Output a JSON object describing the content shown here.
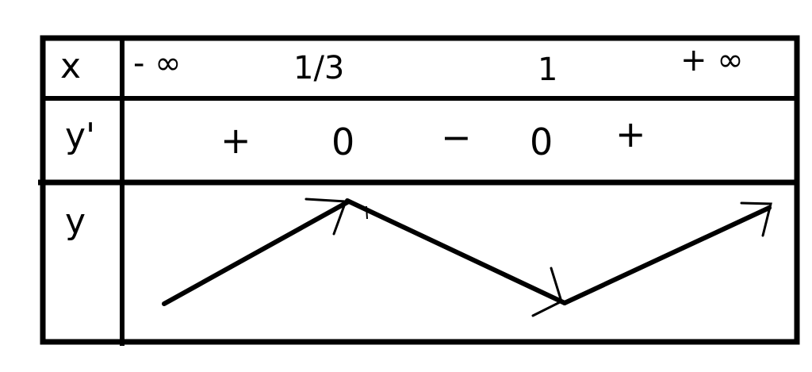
{
  "table": {
    "type": "variation-table",
    "colors": {
      "ink": "#000000",
      "background": "#ffffff"
    },
    "rows": [
      {
        "label": "x",
        "kind": "values",
        "cells": [
          "-∞",
          "1/3",
          "1",
          "+∞"
        ]
      },
      {
        "label": "y'",
        "kind": "signs",
        "cells": [
          "+",
          "0",
          "−",
          "0",
          "+"
        ]
      },
      {
        "label": "y",
        "kind": "variations",
        "arrows": [
          {
            "direction": "up",
            "from_x": "-∞",
            "to_x": "1/3"
          },
          {
            "direction": "down",
            "from_x": "1/3",
            "to_x": "1"
          },
          {
            "direction": "up",
            "from_x": "1",
            "to_x": "+∞"
          }
        ]
      }
    ]
  },
  "labels": {
    "x": "x",
    "yprime": "y'",
    "y": "y"
  },
  "x_values": {
    "minus_inf": "- ∞",
    "one_third": "1/3",
    "one": "1",
    "plus_inf": "+ ∞"
  },
  "signs": {
    "s1": "+",
    "z1": "0",
    "s2": "−",
    "z2": "0",
    "s3": "+"
  }
}
